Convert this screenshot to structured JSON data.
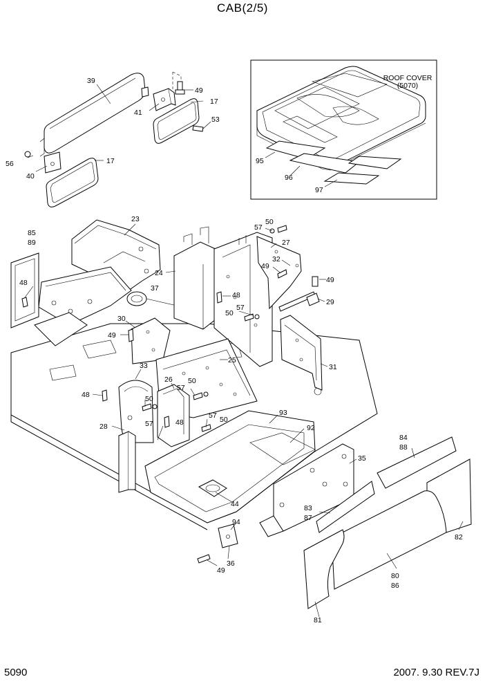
{
  "title": "CAB(2/5)",
  "page_code": "5090",
  "revision": "2007. 9.30 REV.7J",
  "roof_cover": {
    "line1": "ROOF COVER",
    "line2": "(5070)"
  },
  "callouts": {
    "c39": "39",
    "c49a": "49",
    "c17a": "17",
    "c41": "41",
    "c53": "53",
    "c56": "56",
    "c40": "40",
    "c17b": "17",
    "c95": "95",
    "c96": "96",
    "c97": "97",
    "c23": "23",
    "c85": "85",
    "c89": "89",
    "c48a": "48",
    "c37": "37",
    "c24": "24",
    "c57a": "57",
    "c50a": "50",
    "c27": "27",
    "c32": "32",
    "c49b": "49",
    "c49c": "49",
    "c29": "29",
    "c48b": "48",
    "c57b": "57",
    "c50b": "50",
    "c30": "30",
    "c49d": "49",
    "c25": "25",
    "c31": "31",
    "c33": "33",
    "c26": "26",
    "c50c": "50",
    "c57c": "57",
    "c48c": "48",
    "c50d": "50",
    "c57d": "57",
    "c48d": "48",
    "c57e": "57",
    "c50e": "50",
    "c28": "28",
    "c93": "93",
    "c92": "92",
    "c84": "84",
    "c88": "88",
    "c35": "35",
    "c44": "44",
    "c94": "94",
    "c83": "83",
    "c87": "87",
    "c82": "82",
    "c36": "36",
    "c49e": "49",
    "c80": "80",
    "c86": "86",
    "c81": "81"
  }
}
